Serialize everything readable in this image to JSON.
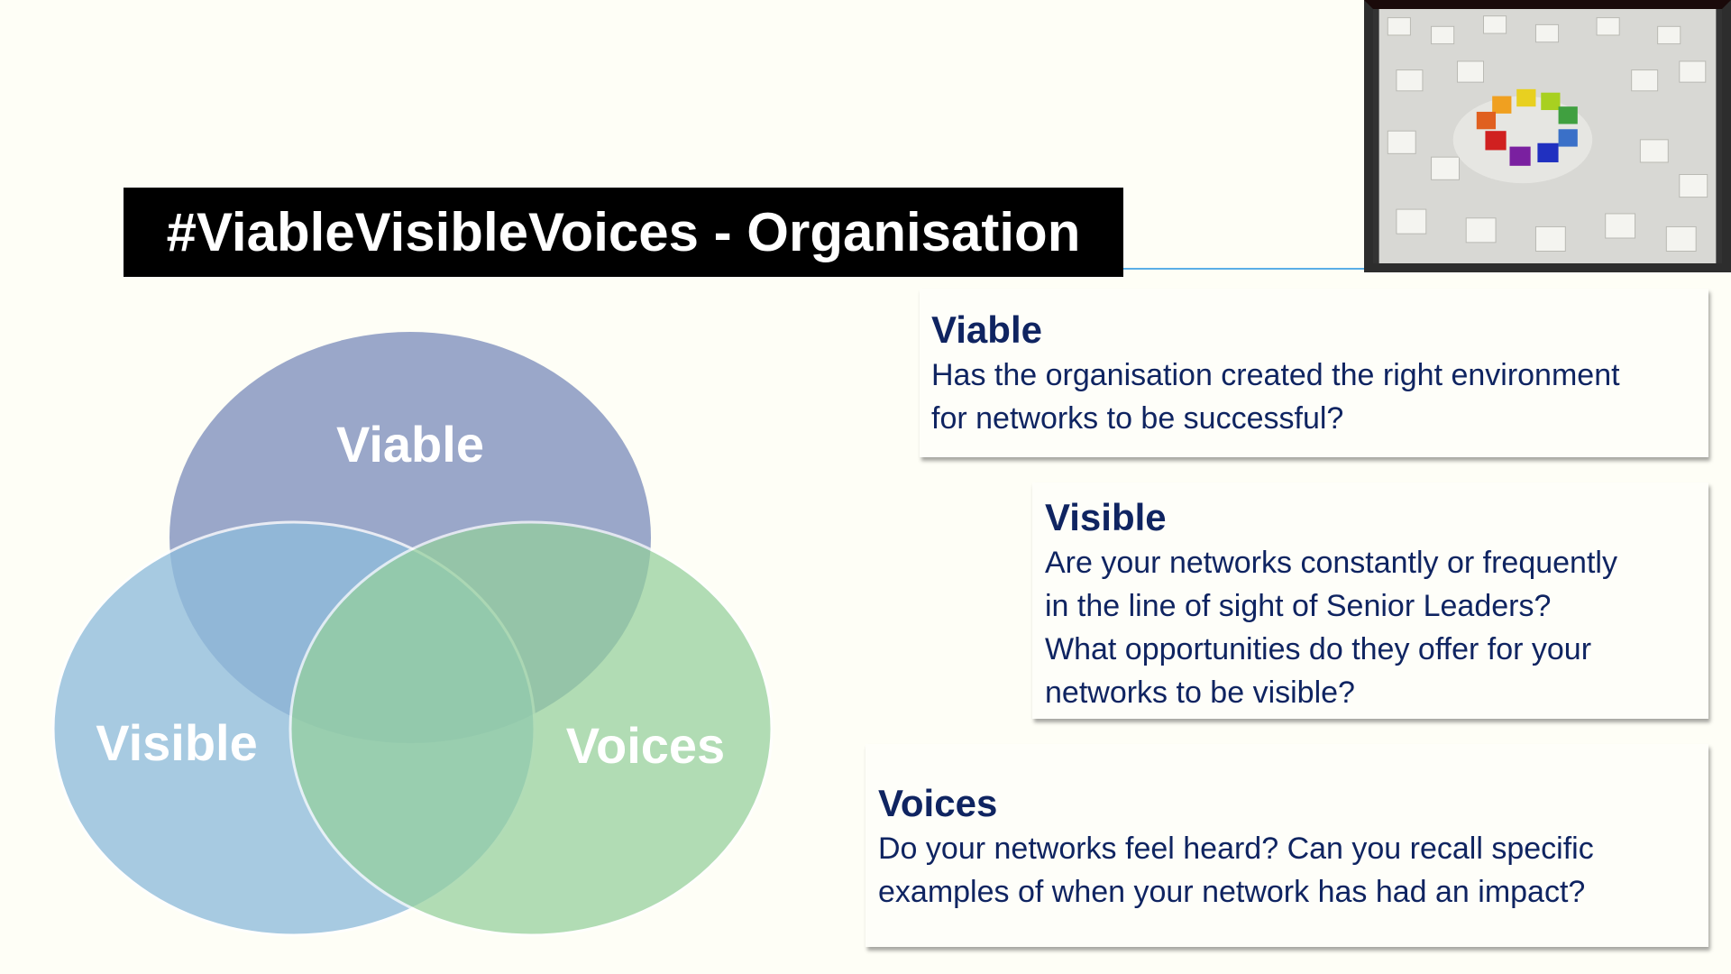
{
  "title": "#ViableVisibleVoices - Organisation",
  "venn": {
    "labels": [
      "Viable",
      "Visible",
      "Voices"
    ],
    "colors": {
      "viable": "#8f9dc4",
      "visible": "#9dc3e0",
      "voices": "#a2d6a8"
    }
  },
  "cards": [
    {
      "heading": "Viable",
      "lines": [
        "Has the organisation created the right environment",
        "for networks to be successful?"
      ]
    },
    {
      "heading": "Visible",
      "lines": [
        "Are your networks constantly or frequently",
        "in the line of sight of Senior Leaders?",
        "What opportunities do they offer for your",
        "networks to be visible?"
      ]
    },
    {
      "heading": "Voices",
      "lines": [
        "Do your networks feel heard? Can you recall specific",
        "examples of when your network has had an impact?"
      ]
    }
  ],
  "accent_color": "#0f2461"
}
